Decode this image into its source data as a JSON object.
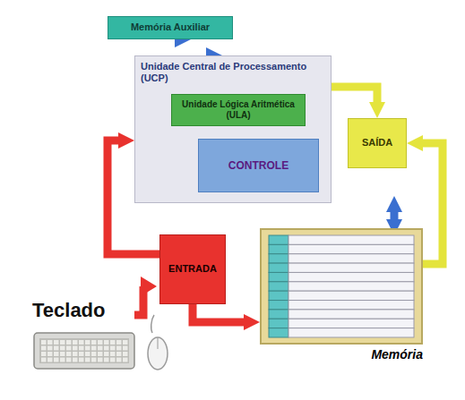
{
  "diagram": {
    "nodes": [
      {
        "text": [
          "Memória Auxiliar"
        ]
      },
      {
        "text": [
          "Unidade Central de Processamento (UCP)"
        ]
      },
      {
        "text": [
          "Unidade Lógica Aritmética (ULA)"
        ],
        "in": 1
      },
      {
        "text": [
          "CONTROLE"
        ],
        "in": 1
      },
      {
        "text": [
          "SAÍDA"
        ]
      },
      {
        "text": [
          "ENTRADA"
        ]
      },
      {
        "text": [
          "Memória"
        ]
      }
    ],
    "edges": [
      {
        "from": 0,
        "to": 1,
        "arrow": "to"
      },
      {
        "from": 1,
        "to": 0,
        "arrow": "to"
      },
      {
        "from": 5,
        "to": 1,
        "arrow": "to"
      },
      {
        "from": 5,
        "to": 6,
        "arrow": "to"
      },
      {
        "from": 1,
        "to": 4,
        "arrow": "to"
      },
      {
        "from": 6,
        "to": 4,
        "arrow": "to"
      },
      {
        "from": 1,
        "to": 6,
        "arrow": "both"
      }
    ],
    "labels": [
      "Teclado"
    ]
  }
}
